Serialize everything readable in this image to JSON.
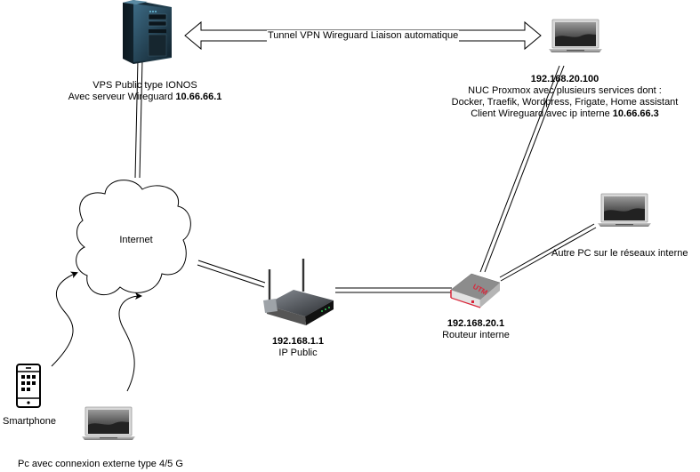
{
  "diagram": {
    "nodes": {
      "vps": {
        "icon": "server-tower-icon",
        "line1": "VPS Public type IONOS",
        "line2_prefix": "Avec serveur Wireguard ",
        "line2_bold": "10.66.66.1"
      },
      "nuc": {
        "icon": "laptop-icon",
        "ip": "192.168.20.100",
        "line1": "NUC Proxmox avec plusieurs services dont :",
        "line2": "Docker, Traefik, Wordpress, Frigate, Home assistant",
        "line3_prefix": "Client Wireguard avec ip interne ",
        "line3_bold": "10.66.66.3"
      },
      "internet": {
        "icon": "cloud-icon",
        "label": "Internet"
      },
      "router_public": {
        "icon": "wireless-router-icon",
        "ip": "192.168.1.1",
        "label": "IP Public"
      },
      "router_internal": {
        "icon": "utm-firewall-icon",
        "badge": "UTM",
        "ip": "192.168.20.1",
        "label": "Routeur interne"
      },
      "other_pc": {
        "icon": "laptop-icon",
        "label": "Autre PC sur le réseaux interne"
      },
      "smartphone": {
        "icon": "smartphone-icon",
        "label": "Smartphone"
      },
      "external_pc": {
        "icon": "laptop-icon",
        "label": "Pc avec connexion externe type 4/5 G"
      }
    },
    "edges": {
      "tunnel": {
        "label": "Tunnel VPN Wireguard Liaison automatique",
        "style": "double-arrow"
      }
    },
    "colors": {
      "line": "#000000",
      "utm_red": "#d9263a",
      "device_dark": "#2b2b2b",
      "server_blue": "#1e3a4a"
    }
  }
}
